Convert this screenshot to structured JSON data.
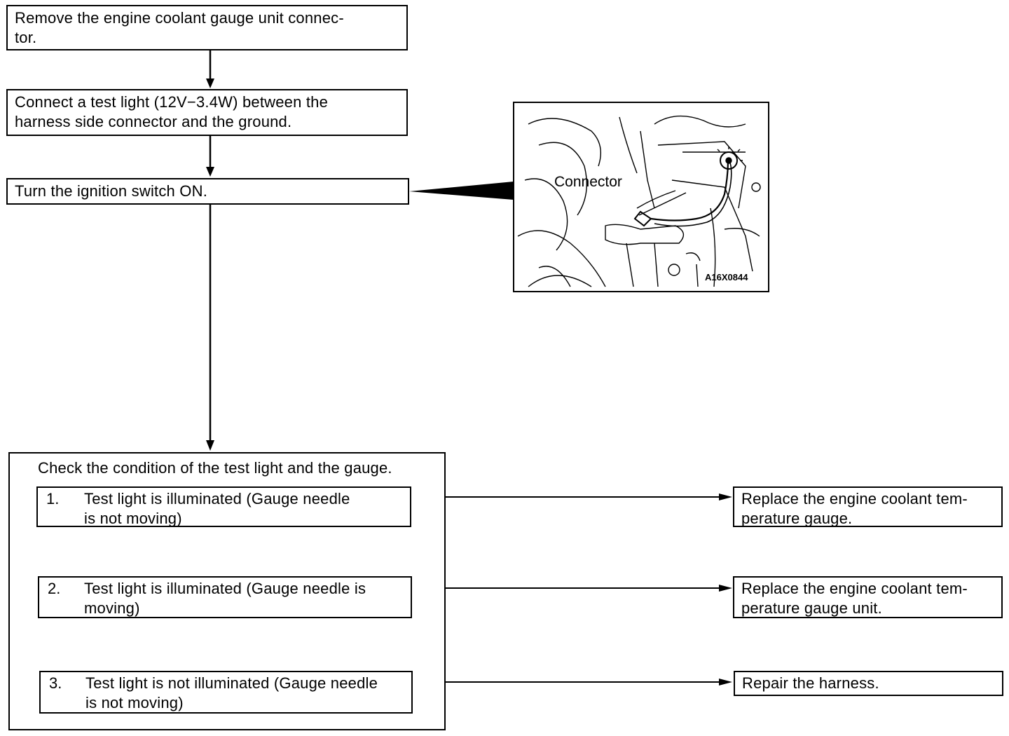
{
  "steps": {
    "remove_connector": "Remove the engine coolant gauge unit connec-\ntor.",
    "connect_test_light": "Connect a test light (12V−3.4W) between the\nharness side connector and the ground.",
    "ignition_on": "Turn the ignition switch ON."
  },
  "check": {
    "title": "Check the condition of the test light and the gauge.",
    "conditions": [
      {
        "number": "1.",
        "text": "Test light is illuminated (Gauge needle\nis not moving)"
      },
      {
        "number": "2.",
        "text": "Test light is illuminated (Gauge needle is\nmoving)"
      },
      {
        "number": "3.",
        "text": "Test light is not illuminated (Gauge needle\nis not moving)"
      }
    ]
  },
  "results": [
    "Replace the engine coolant tem-\nperature gauge.",
    "Replace the engine coolant tem-\nperature gauge unit.",
    "Repair the harness."
  ],
  "illustration": {
    "label": "Connector",
    "code": "A16X0844"
  }
}
